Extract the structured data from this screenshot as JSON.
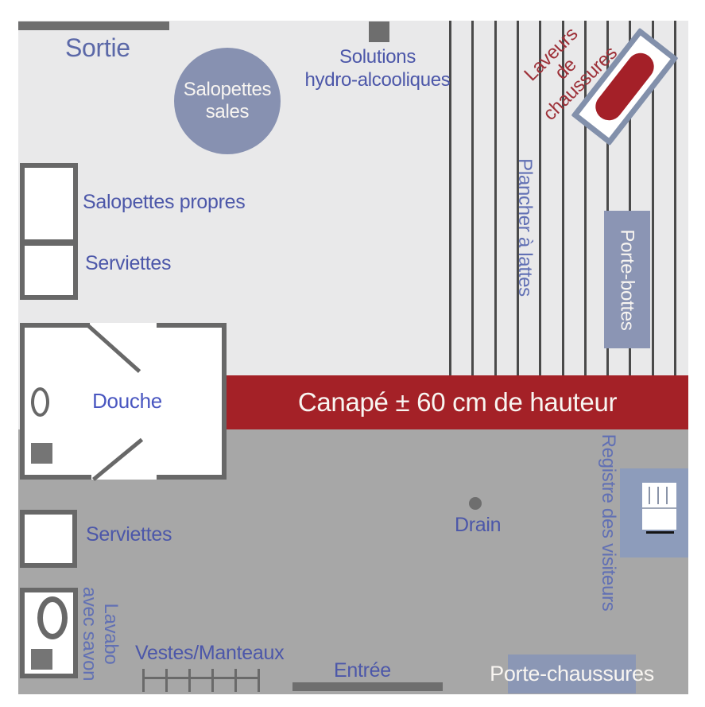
{
  "diagram": {
    "type": "floor-plan",
    "language": "fr"
  },
  "colors": {
    "floor_light": "#e9e9ea",
    "floor_dark": "#a7a7a7",
    "bench_red": "#a42127",
    "washer_red": "#a42028",
    "fixture_blue": "#8791b1",
    "rack_blue": "#8b97b5",
    "register_blue": "#8d9cbb",
    "label_blue": "#4c57a9",
    "label_blue_light": "#6170b4",
    "label_red": "#9d3038",
    "door_gray": "#6e6e6e",
    "border_gray": "#686868"
  },
  "areas": {
    "exit": {
      "label": "Sortie"
    },
    "dirty_overalls": {
      "label": "Salopettes\nsales"
    },
    "sanitizer": {
      "label": "Solutions\nhydro-alcooliques"
    },
    "shoe_washers": {
      "label": "Laveurs\nde\nchaussures"
    },
    "slatted_floor": {
      "label": "Plancher à lattes"
    },
    "boot_rack": {
      "label": "Porte-bottes"
    },
    "clean_overalls": {
      "label": "Salopettes propres"
    },
    "towels_upper": {
      "label": "Serviettes"
    },
    "shower": {
      "label": "Douche"
    },
    "bench": {
      "label": "Canapé ± 60 cm de hauteur"
    },
    "drain": {
      "label": "Drain"
    },
    "visitor_register": {
      "label": "Registre des visiteurs"
    },
    "towels_lower": {
      "label": "Serviettes"
    },
    "sink": {
      "label": "Lavabo\navec savon"
    },
    "coat_rack": {
      "label": "Vestes/Manteaux"
    },
    "entrance": {
      "label": "Entrée"
    },
    "shoe_rack": {
      "label": "Porte-chaussures"
    }
  }
}
